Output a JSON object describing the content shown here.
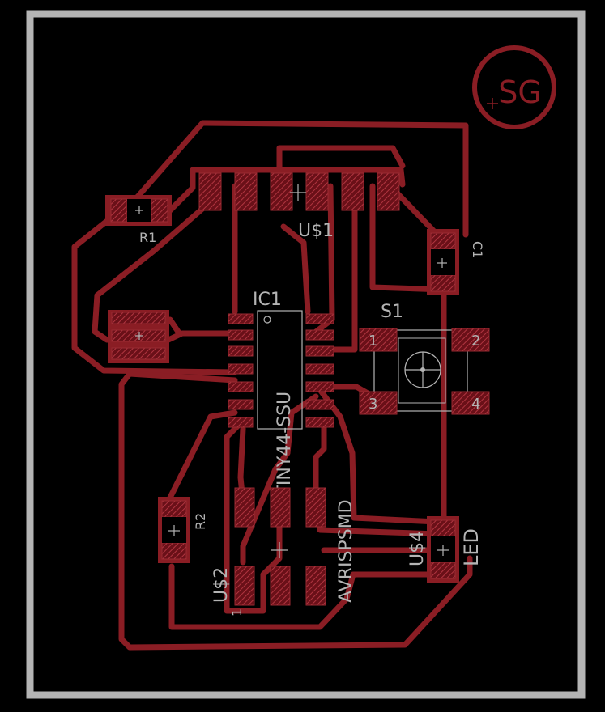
{
  "colors": {
    "background": "#000000",
    "outline": "#b4b4b4",
    "copper": "#8a1d24",
    "silkscreen": "#b4b4b4"
  },
  "logo": {
    "text": "SG"
  },
  "labels": {
    "r1": "R1",
    "r2": "R2",
    "c1": "C1",
    "ic1": "IC1",
    "ic1_part": "ATTINY44-SSU",
    "u1": "U$1",
    "s1": "S1",
    "s1_pin1": "1",
    "s1_pin2": "2",
    "s1_pin3": "3",
    "s1_pin4": "4",
    "u2": "U$2",
    "u2_part": "AVRISPSMD",
    "u2_pin1": "1",
    "u4": "U$4",
    "led": "LED"
  }
}
